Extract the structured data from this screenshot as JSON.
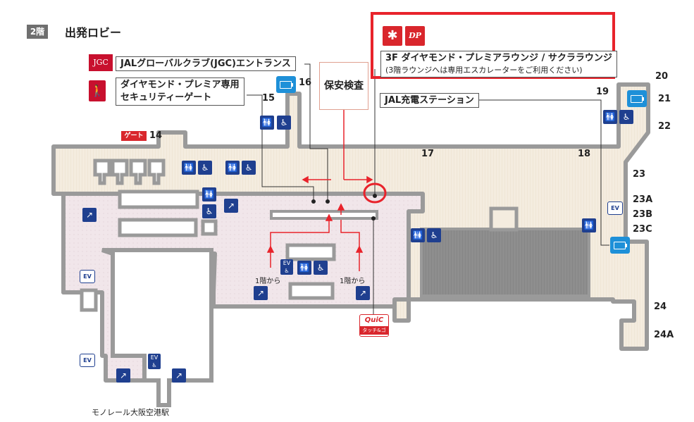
{
  "floor": {
    "badge": "2階",
    "title": "出発ロビー"
  },
  "lounge": {
    "logo1": "✱",
    "logo2": "DP",
    "line1": "3F ダイヤモンド・プレミアラウンジ / サクララウンジ",
    "line2": "(3階ラウンジへは専用エスカレーターをご利用ください)"
  },
  "jgc": {
    "logo": "JGC",
    "label": "JALグローバルクラブ(JGC)エントランス"
  },
  "premier_gate": {
    "line1": "ダイヤモンド・プレミア専用",
    "line2": "セキュリティーゲート"
  },
  "security": {
    "label": "保安検査"
  },
  "charge": {
    "label": "JAL充電ステーション"
  },
  "gate_badge": "ゲート",
  "gates": {
    "g14": "14",
    "g15": "15",
    "g16": "16",
    "g17": "17",
    "g18": "18",
    "g19": "19",
    "g20": "20",
    "g21": "21",
    "g22": "22",
    "g23": "23",
    "g23a": "23A",
    "g23b": "23B",
    "g23c": "23C",
    "g24": "24",
    "g24a": "24A"
  },
  "from_1f_left": "1階から",
  "from_1f_right": "1階から",
  "ev": "EV",
  "quic": {
    "title": "QuiC",
    "sub": "タッチ&ゴー"
  },
  "station": "モノレール大阪空港駅",
  "colors": {
    "red": "#e8232b",
    "blue": "#1f3f8f",
    "charge": "#1e90d8",
    "floor": "#f3ece0"
  }
}
